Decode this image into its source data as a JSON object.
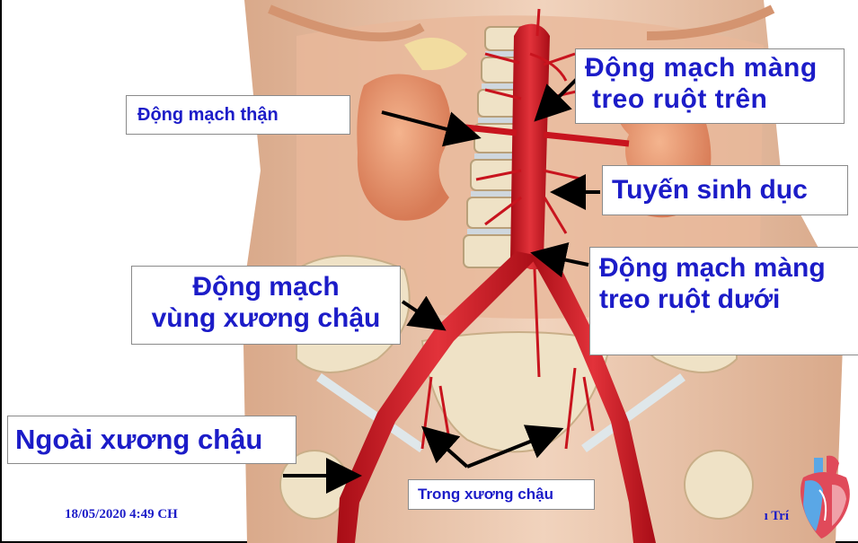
{
  "labels": {
    "renal_artery": "Động mạch thận",
    "superior_mesenteric_line1": "Động mạch màng",
    "superior_mesenteric_line2": "treo ruột trên",
    "gonadal": "Tuyến sinh dục",
    "inferior_mesenteric_line1": "Động mạch màng",
    "inferior_mesenteric_line2": "treo ruột dưới",
    "common_iliac_line1": "Động mạch",
    "common_iliac_line2": "vùng xương chậu",
    "external_iliac": "Ngoài xương chậu",
    "internal_iliac": "Trong xương chậu"
  },
  "footer": {
    "date": "18/05/2020 4:49 CH",
    "author_fragment": "ı Trí"
  },
  "icons": {
    "heart": "heart-anatomy-icon"
  },
  "colors": {
    "label_text": "#1c1cc8",
    "artery": "#c8141e",
    "background_skin": "#e9c6a8"
  }
}
